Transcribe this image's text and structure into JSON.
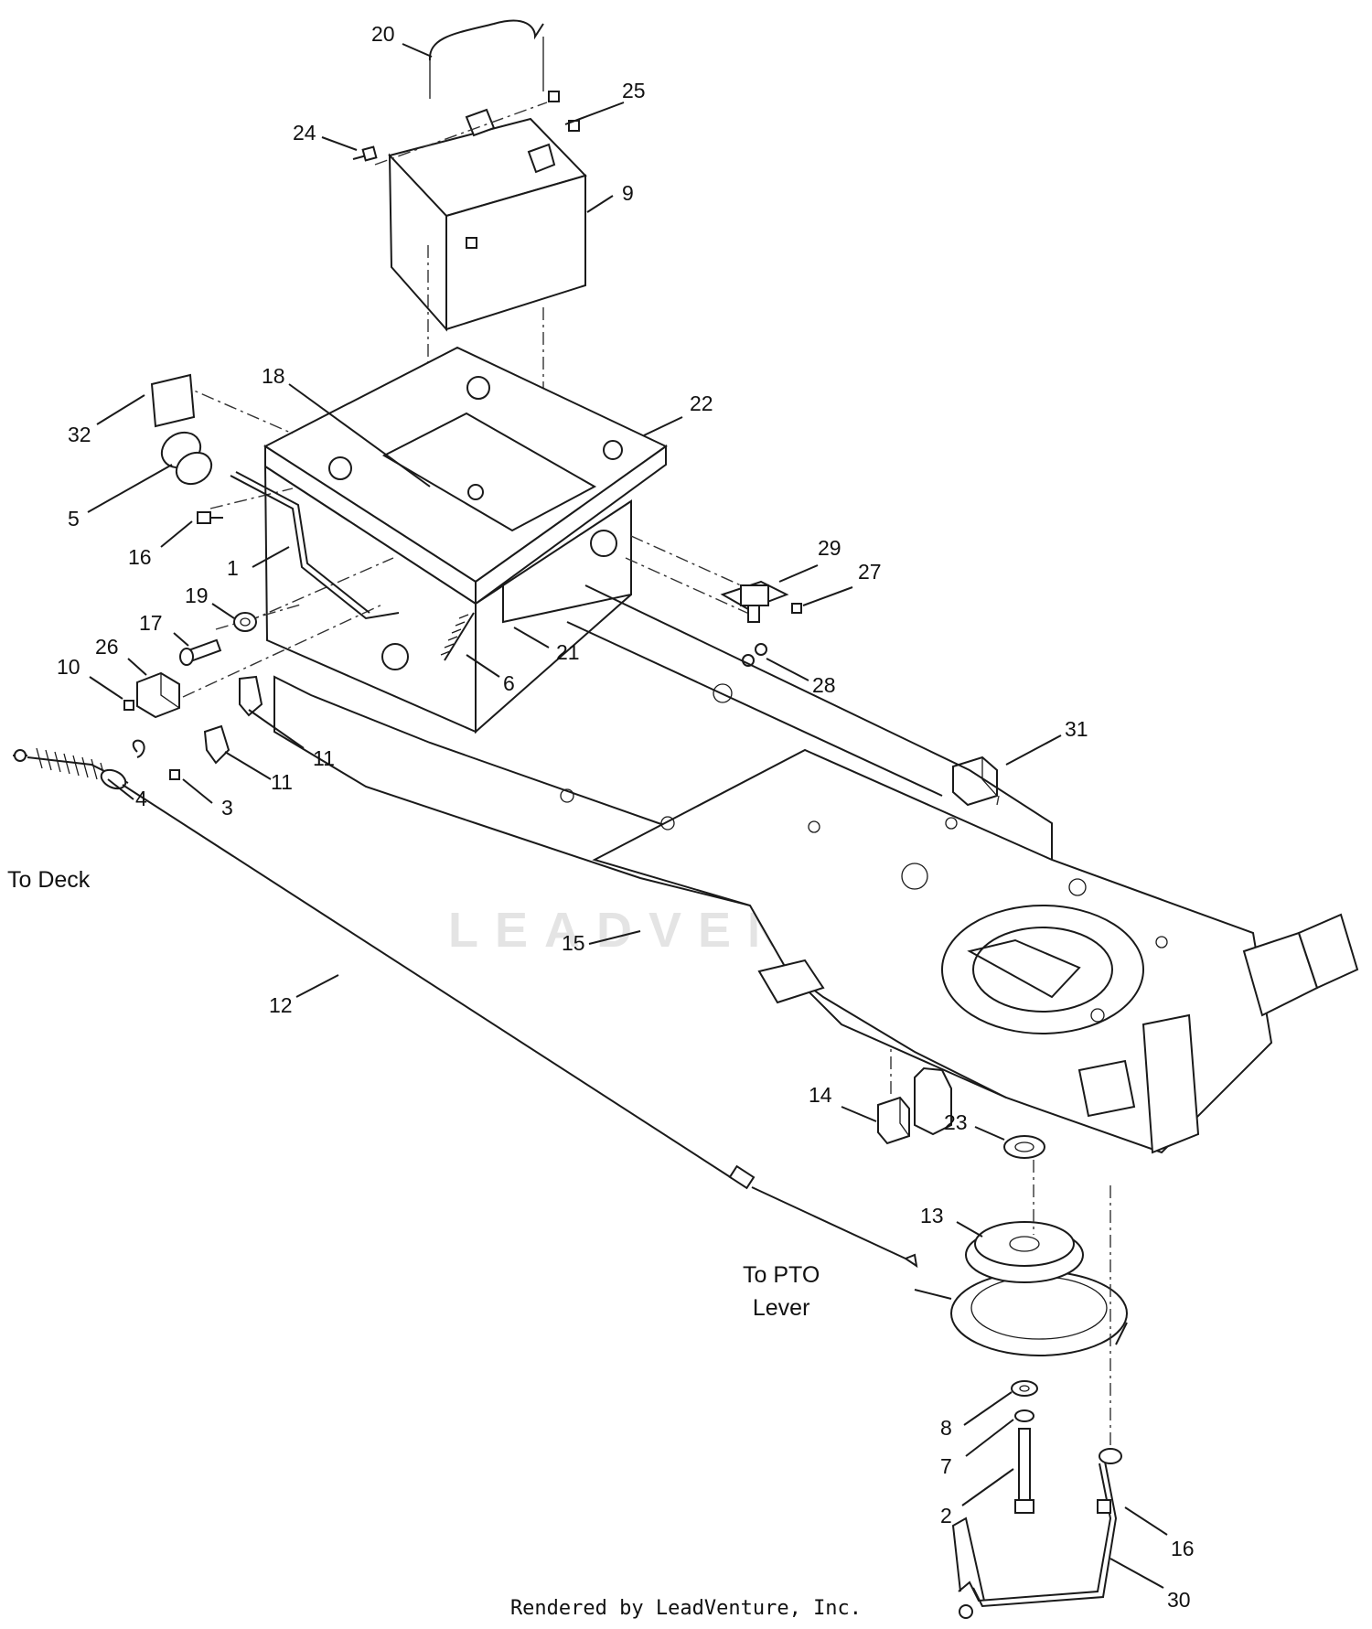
{
  "callouts": [
    "20",
    "25",
    "24",
    "9",
    "18",
    "22",
    "32",
    "5",
    "16",
    "1",
    "29",
    "27",
    "19",
    "17",
    "26",
    "10",
    "21",
    "6",
    "28",
    "11",
    "11",
    "31",
    "3",
    "4",
    "15",
    "12",
    "14",
    "23",
    "13",
    "8",
    "7",
    "2",
    "16",
    "30"
  ],
  "notes": {
    "to_deck": "To Deck",
    "to_pto_line1": "To PTO",
    "to_pto_line2": "Lever"
  },
  "watermark": "LEADVENTURE",
  "footer": "Rendered by LeadVenture, Inc."
}
